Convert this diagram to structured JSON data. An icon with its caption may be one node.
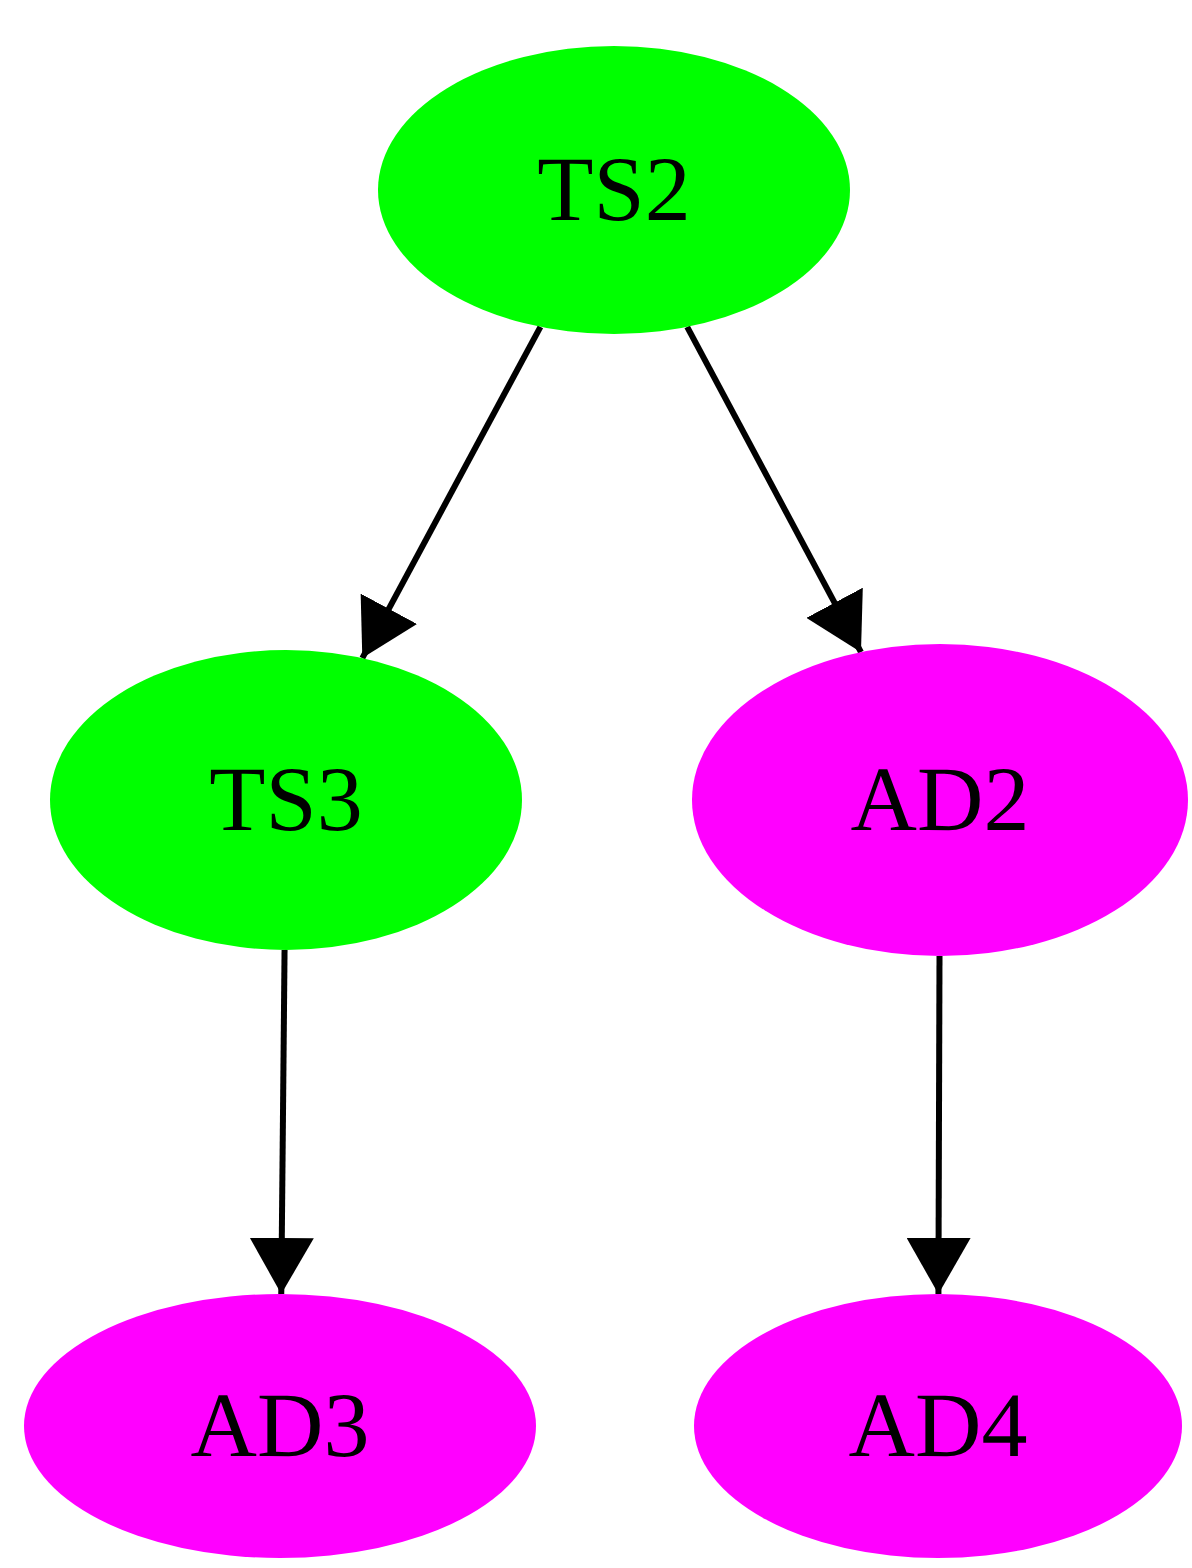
{
  "diagram": {
    "nodes": [
      {
        "text": [
          "TS2"
        ]
      },
      {
        "text": [
          "TS3"
        ]
      },
      {
        "text": [
          "AD2"
        ]
      },
      {
        "text": [
          "AD3"
        ]
      },
      {
        "text": [
          "AD4"
        ]
      }
    ],
    "edges": [
      {
        "from": 0,
        "to": 1,
        "arrow": "to"
      },
      {
        "from": 0,
        "to": 2,
        "arrow": "to"
      },
      {
        "from": 1,
        "to": 3,
        "arrow": "to"
      },
      {
        "from": 2,
        "to": 4,
        "arrow": "to"
      }
    ]
  }
}
